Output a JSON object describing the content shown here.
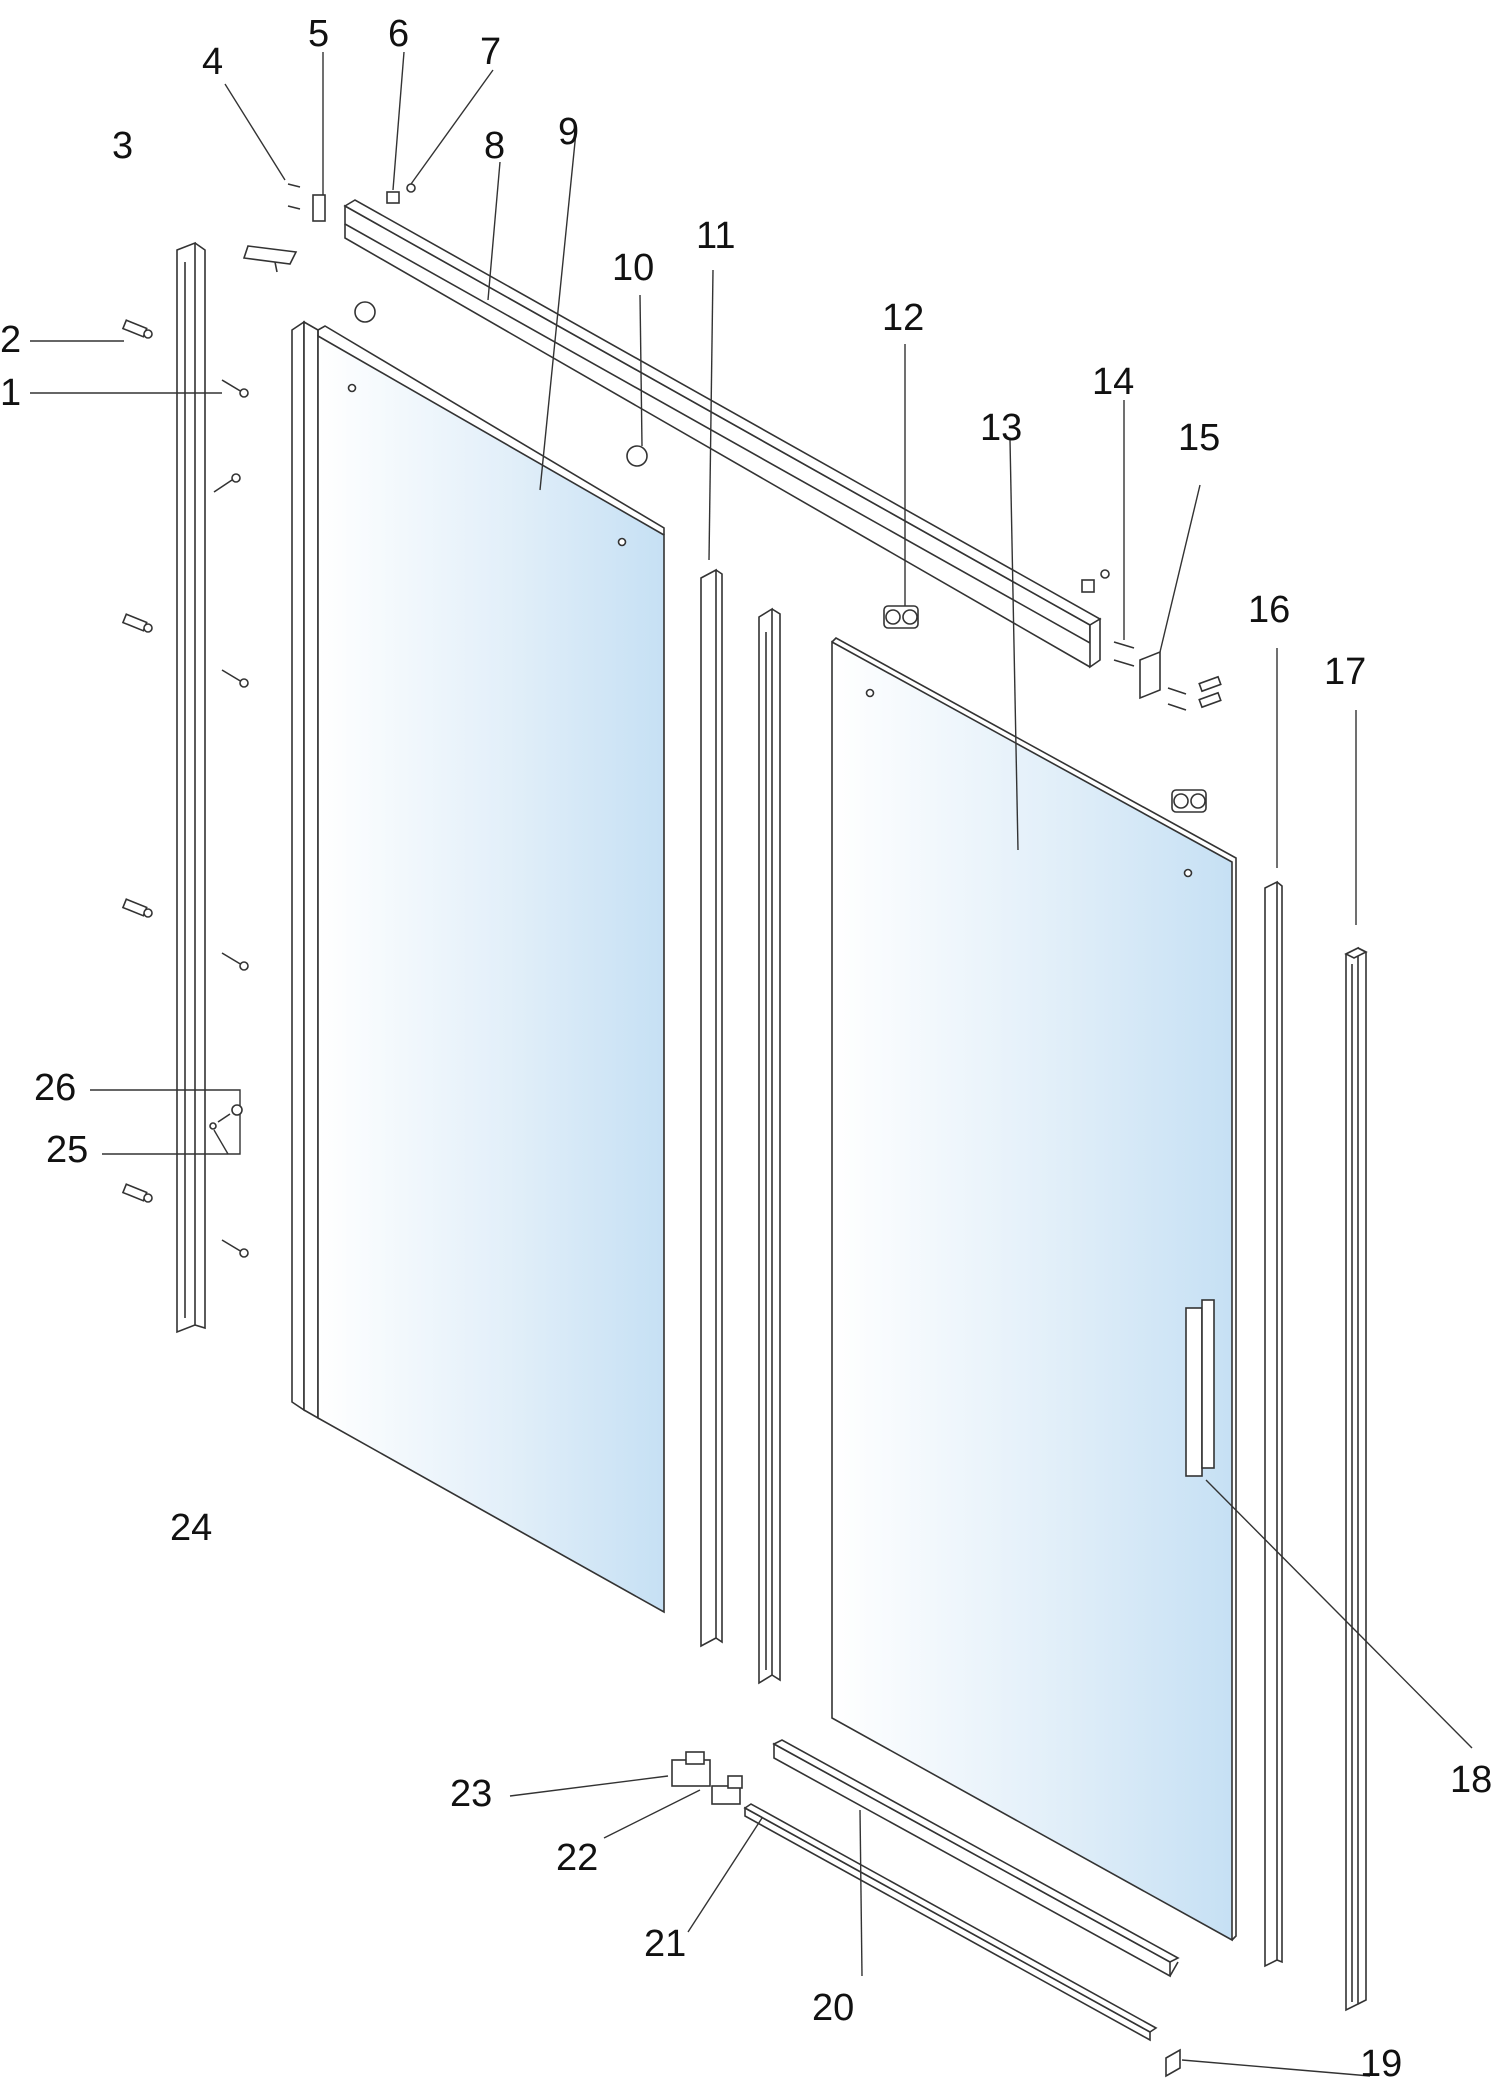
{
  "diagram": {
    "labels": {
      "n1": "1",
      "n2": "2",
      "n3": "3",
      "n4": "4",
      "n5": "5",
      "n6": "6",
      "n7": "7",
      "n8": "8",
      "n9": "9",
      "n10": "10",
      "n11": "11",
      "n12": "12",
      "n13": "13",
      "n14": "14",
      "n15": "15",
      "n16": "16",
      "n17": "17",
      "n18": "18",
      "n19": "19",
      "n20": "20",
      "n21": "21",
      "n22": "22",
      "n23": "23",
      "n24": "24",
      "n25": "25",
      "n26": "26"
    },
    "colors": {
      "glass_edge": "#d4e8f6",
      "glass_center": "#b8d8f0",
      "outline": "#333333"
    }
  }
}
